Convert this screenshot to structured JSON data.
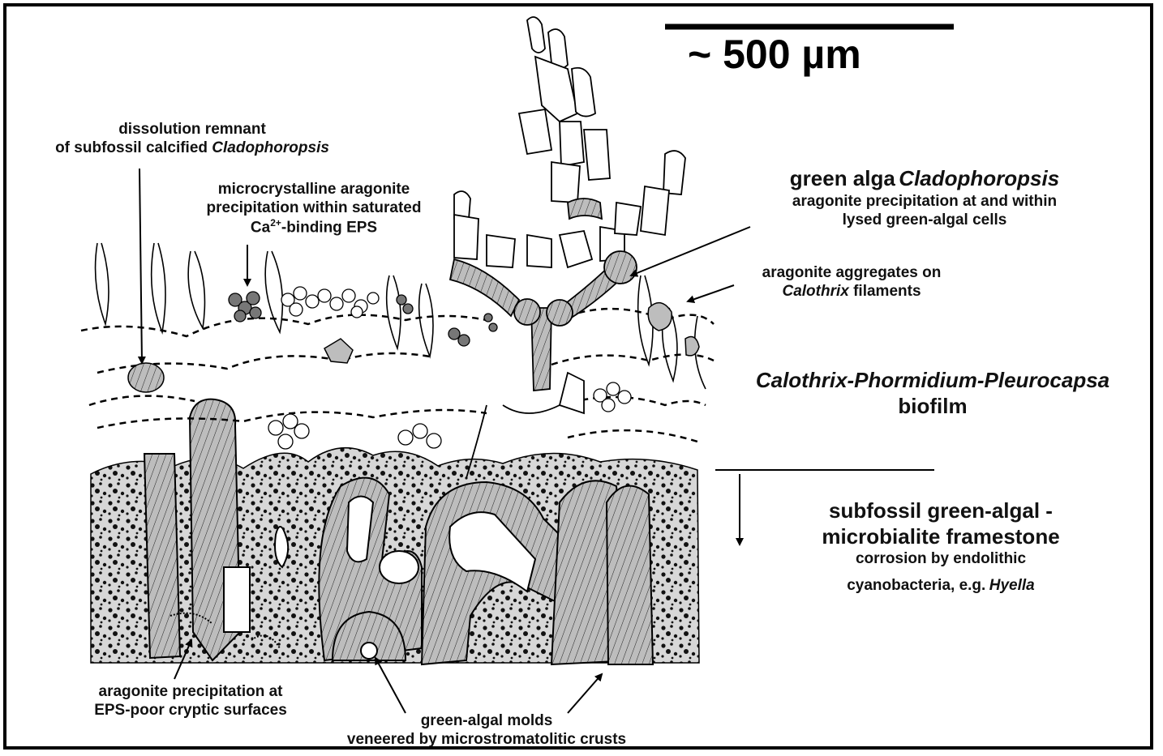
{
  "scale_bar": {
    "label": "~ 500 µm"
  },
  "labels": {
    "dissolution_line1": "dissolution remnant",
    "dissolution_line2": "of subfossil calcified",
    "dissolution_italic": "Cladophoropsis",
    "micro_line1": "microcrystalline aragonite",
    "micro_line2": "precipitation within saturated",
    "micro_line3_pre": "Ca",
    "micro_line3_sup": "2+",
    "micro_line3_post": "-binding EPS",
    "green_alga_pre": "green alga",
    "green_alga_italic": "Cladophoropsis",
    "green_alga_line2": "aragonite precipitation at and within",
    "green_alga_line3": "lysed green-algal cells",
    "aggregates_line1": "aragonite aggregates on",
    "aggregates_italic": "Calothrix",
    "aggregates_post": "filaments",
    "biofilm_italic": "Calothrix-Phormidium-Pleurocapsa",
    "biofilm_line2": "biofilm",
    "framestone_line1": "subfossil green-algal -",
    "framestone_line2": "microbialite framestone",
    "corrosion_line1": "corrosion by endolithic",
    "corrosion_line2_pre": "cyanobacteria, e.g.",
    "corrosion_italic": "Hyella",
    "cryptic_line1": "aragonite precipitation at",
    "cryptic_line2": "EPS-poor cryptic surfaces",
    "molds_line1": "green-algal molds",
    "molds_line2": "veneered by microstromatolitic crusts"
  },
  "colors": {
    "ink": "#000000",
    "stipple_fill": "#d9d9d9",
    "mold_fill": "#bdbdbd",
    "background": "#ffffff"
  }
}
